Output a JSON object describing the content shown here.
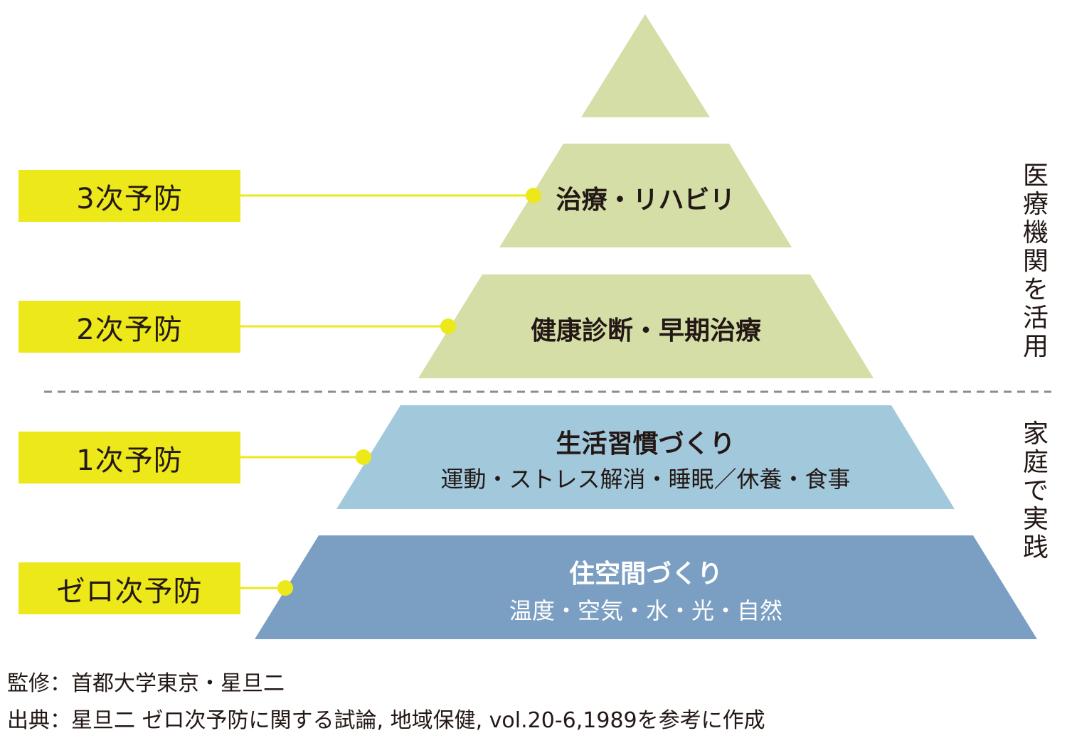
{
  "levels": [
    {
      "label": "3次予防",
      "title": "治療・リハビリ",
      "subtitle": ""
    },
    {
      "label": "2次予防",
      "title": "健康診断・早期治療",
      "subtitle": ""
    },
    {
      "label": "1次予防",
      "title": "生活習慣づくり",
      "subtitle": "運動・ストレス解消・睡眠／休養・食事"
    },
    {
      "label": "ゼロ次予防",
      "title": "住空間づくり",
      "subtitle": "温度・空気・水・光・自然"
    }
  ],
  "side": {
    "upper": [
      "医",
      "療",
      "機",
      "関",
      "を",
      "活",
      "用"
    ],
    "lower": [
      "家",
      "庭",
      "で",
      "実",
      "践"
    ]
  },
  "source": {
    "supervision": "監修：首都大学東京・星旦二",
    "citation": "出典：星旦二 ゼロ次予防に関する試論, 地域保健, vol.20-6,1989を参考に作成"
  },
  "colors": {
    "label_bg": "#ede81a",
    "green_tier": "#d5dea6",
    "light_blue_tier": "#a2c8dc",
    "blue_tier": "#7b9fc2",
    "dot": "#ede81a"
  }
}
